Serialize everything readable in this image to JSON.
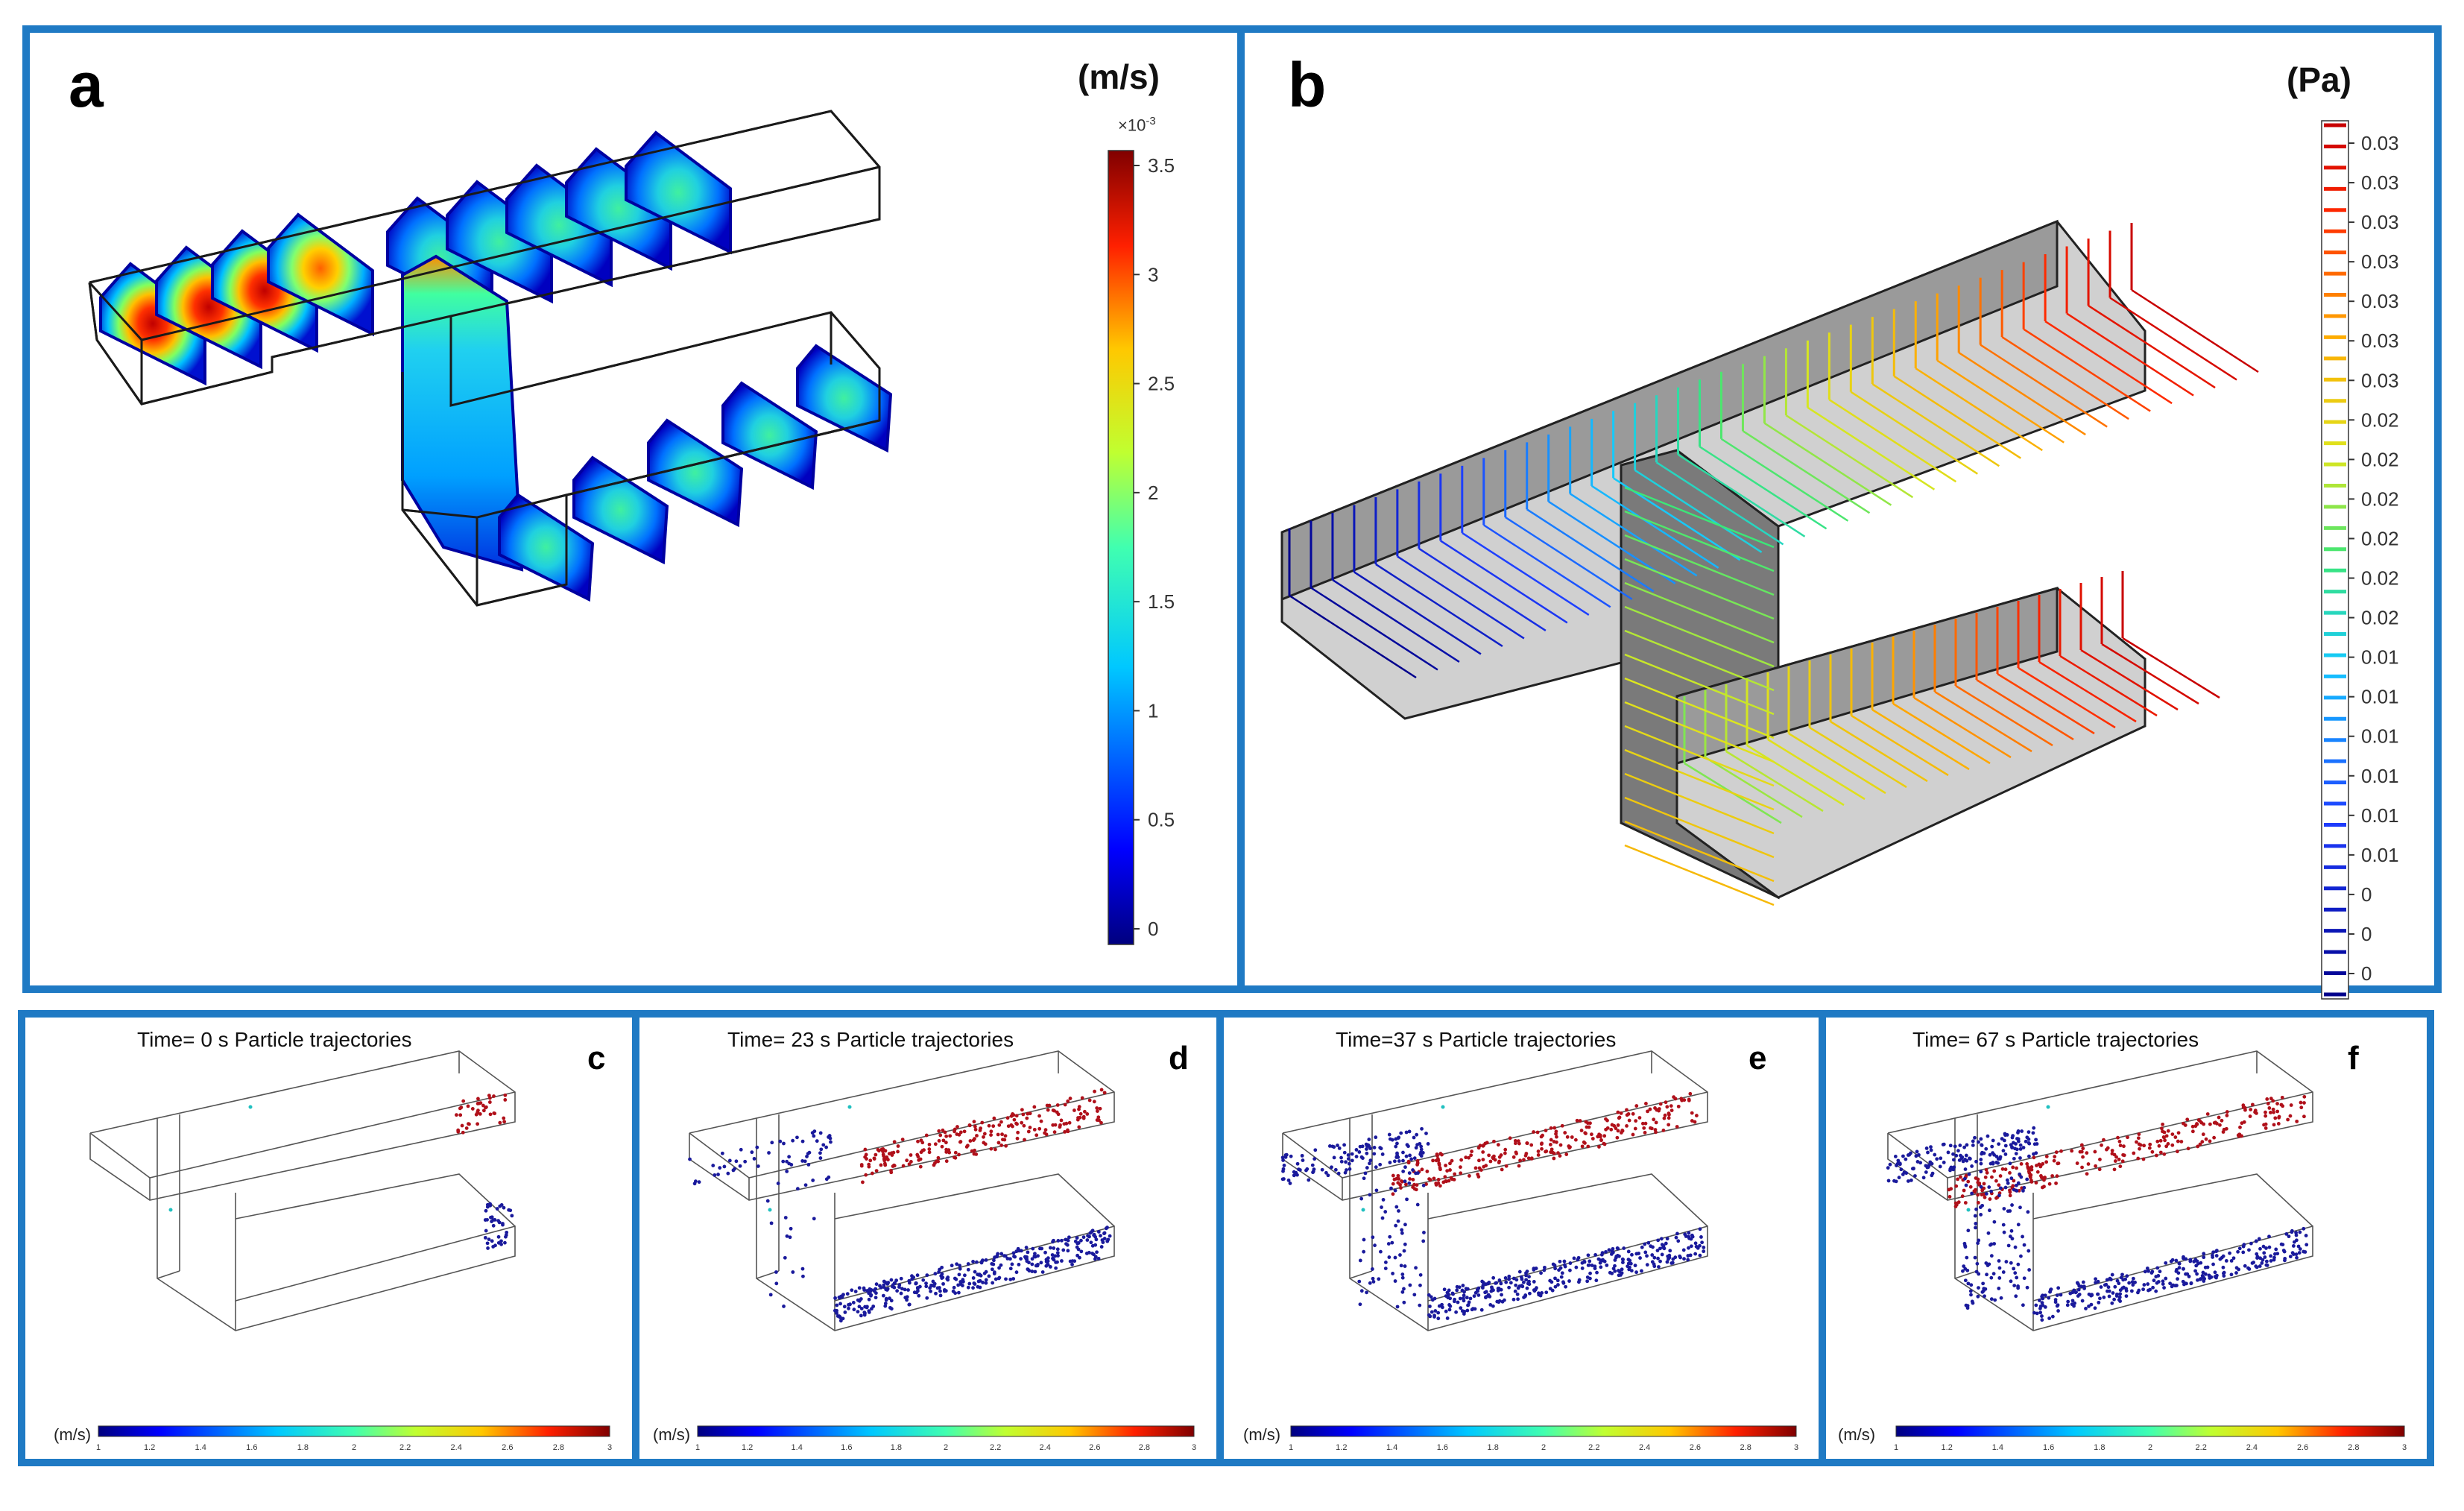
{
  "panels": {
    "a": {
      "letter": "a",
      "unit": "(m/s)",
      "exponent": "×10",
      "exponent_power": "-3",
      "colorbar_ticks": [
        "3.5",
        "3",
        "2.5",
        "2",
        "1.5",
        "1",
        "0.5",
        "0"
      ],
      "colors": {
        "low": "#00007f",
        "high": "#800000"
      }
    },
    "b": {
      "letter": "b",
      "unit": "(Pa)",
      "colorbar_ticks": [
        "0.03",
        "0.03",
        "0.03",
        "0.03",
        "0.03",
        "0.03",
        "0.03",
        "0.02",
        "0.02",
        "0.02",
        "0.02",
        "0.02",
        "0.02",
        "0.01",
        "0.01",
        "0.01",
        "0.01",
        "0.01",
        "0.01",
        "0",
        "0",
        "0"
      ]
    },
    "c": {
      "letter": "c",
      "title": "Time= 0 s Particle trajectories",
      "unit": "(m/s)"
    },
    "d": {
      "letter": "d",
      "title": "Time= 23 s Particle trajectories",
      "unit": "(m/s)"
    },
    "e": {
      "letter": "e",
      "title": "Time=37 s Particle trajectories",
      "unit": "(m/s)"
    },
    "f": {
      "letter": "f",
      "title": "Time= 67 s Particle trajectories",
      "unit": "(m/s)"
    }
  },
  "small_colorbar_ticks": [
    "1",
    "1.2",
    "1.4",
    "1.6",
    "1.8",
    "2",
    "2.2",
    "2.4",
    "2.6",
    "2.8",
    "3"
  ]
}
